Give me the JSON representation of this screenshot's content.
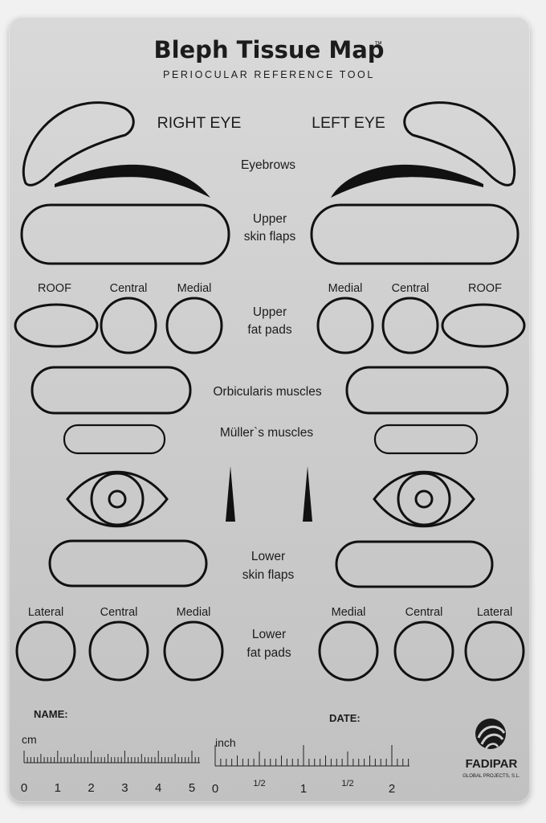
{
  "header": {
    "title": "Bleph Tissue Map",
    "trademark": "™",
    "subtitle": "PERIOCULAR REFERENCE TOOL"
  },
  "columns": {
    "right": "RIGHT EYE",
    "left": "LEFT EYE"
  },
  "labels": {
    "eyebrows": "Eyebrows",
    "upper_skin_1": "Upper",
    "upper_skin_2": "skin flaps",
    "upper_fat_1": "Upper",
    "upper_fat_2": "fat pads",
    "orbicularis": "Orbicularis muscles",
    "muller": "Müller`s muscles",
    "lower_skin_1": "Lower",
    "lower_skin_2": "skin flaps",
    "lower_fat_1": "Lower",
    "lower_fat_2": "fat pads"
  },
  "upper_pads": {
    "roof": "ROOF",
    "central": "Central",
    "medial": "Medial"
  },
  "lower_pads": {
    "lateral": "Lateral",
    "central": "Central",
    "medial": "Medial"
  },
  "form": {
    "name_label": "NAME:",
    "date_label": "DATE:"
  },
  "rulers": {
    "cm_label": "cm",
    "cm_numbers": [
      "0",
      "1",
      "2",
      "3",
      "4",
      "5"
    ],
    "inch_label": "inch",
    "inch_numbers": [
      "0",
      "1/2",
      "1",
      "1/2",
      "2"
    ]
  },
  "brand": {
    "name": "FADIPAR",
    "tagline": "GLOBAL PROJECTS, S.L."
  },
  "colors": {
    "plate": "#cfcfcf",
    "ink": "#111111"
  }
}
